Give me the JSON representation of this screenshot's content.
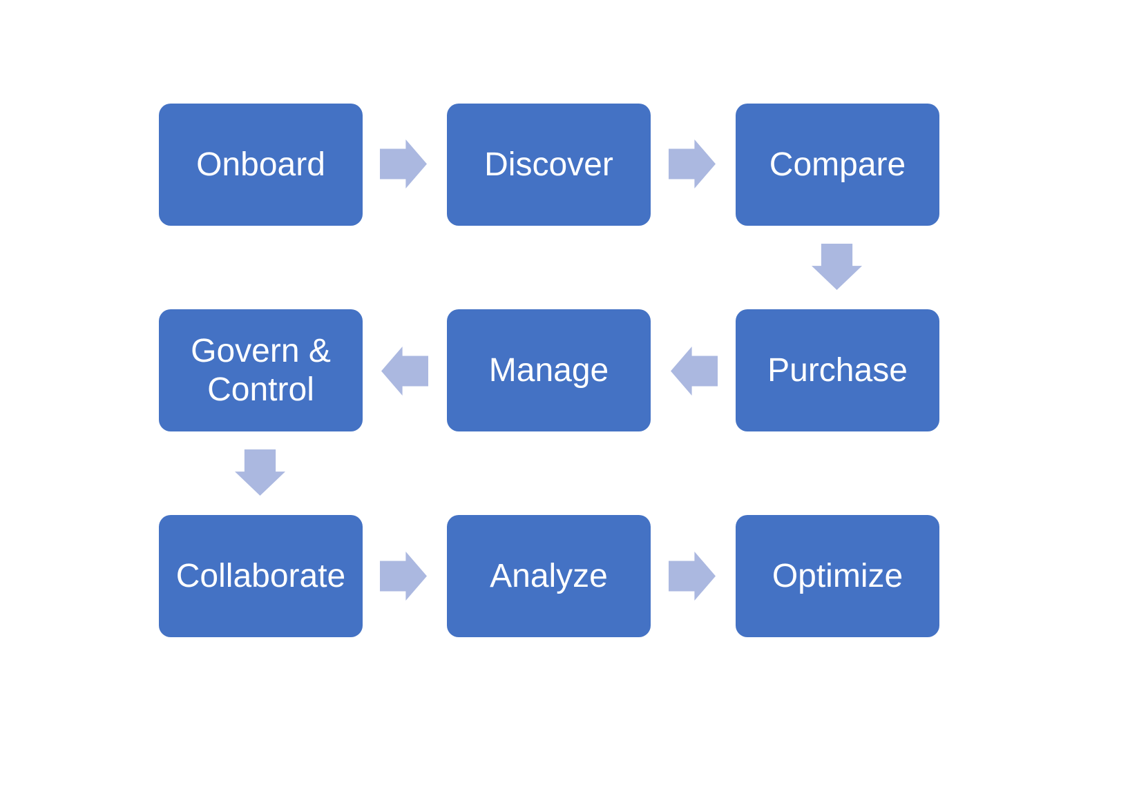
{
  "diagram": {
    "type": "process-flow",
    "colors": {
      "background": "#ffffff",
      "node_fill": "#4472c4",
      "node_text": "#ffffff",
      "arrow_fill": "#abb8e0"
    },
    "nodes": [
      {
        "label": "Onboard"
      },
      {
        "label": "Discover"
      },
      {
        "label": "Compare"
      },
      {
        "label": "Govern & Control"
      },
      {
        "label": "Manage"
      },
      {
        "label": "Purchase"
      },
      {
        "label": "Collaborate"
      },
      {
        "label": "Analyze"
      },
      {
        "label": "Optimize"
      }
    ],
    "arrows": [
      {
        "from": "Onboard",
        "to": "Discover",
        "direction": "right"
      },
      {
        "from": "Discover",
        "to": "Compare",
        "direction": "right"
      },
      {
        "from": "Compare",
        "to": "Purchase",
        "direction": "down"
      },
      {
        "from": "Purchase",
        "to": "Manage",
        "direction": "left"
      },
      {
        "from": "Manage",
        "to": "Govern & Control",
        "direction": "left"
      },
      {
        "from": "Govern & Control",
        "to": "Collaborate",
        "direction": "down"
      },
      {
        "from": "Collaborate",
        "to": "Analyze",
        "direction": "right"
      },
      {
        "from": "Analyze",
        "to": "Optimize",
        "direction": "right"
      }
    ]
  }
}
